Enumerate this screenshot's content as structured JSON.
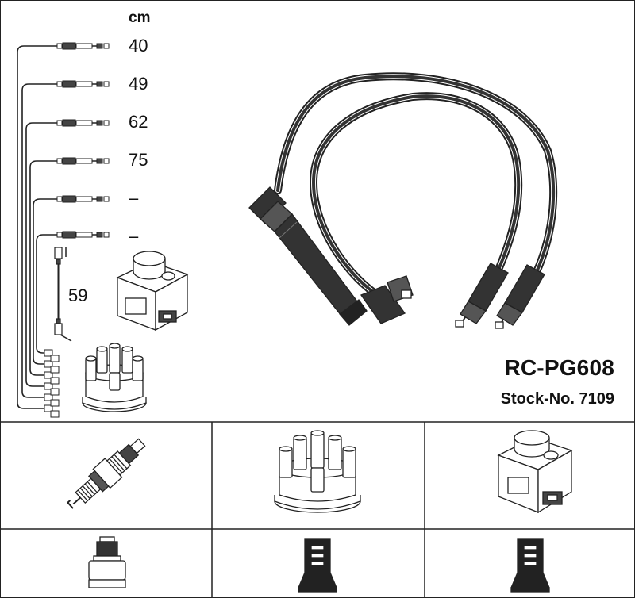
{
  "header": {
    "unit": "cm",
    "lengths": [
      "40",
      "49",
      "62",
      "75",
      "–",
      "–"
    ],
    "coil_lead_length": "59"
  },
  "product": {
    "title": "RC-PG608",
    "stock": "Stock-No. 7109"
  },
  "grid": {
    "row1": [
      "spark-plug",
      "distributor-cap",
      "ignition-coil"
    ],
    "row2": [
      "plug-terminal",
      "cap-terminal",
      "coil-terminal"
    ]
  }
}
